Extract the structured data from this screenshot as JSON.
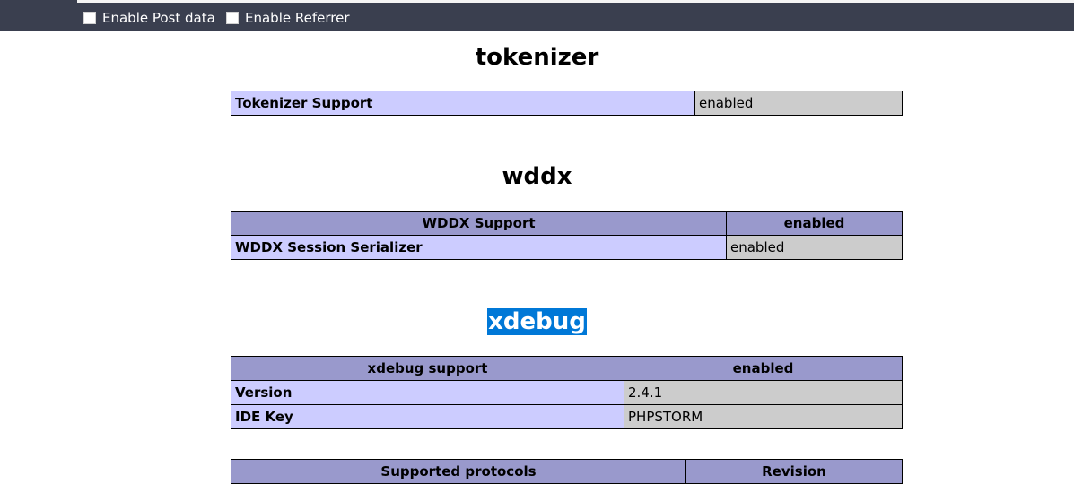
{
  "toolbar": {
    "post_label": "Enable Post data",
    "referrer_label": "Enable Referrer"
  },
  "tokenizer": {
    "title": "tokenizer",
    "rows": [
      {
        "key": "Tokenizer Support",
        "value": "enabled"
      }
    ]
  },
  "wddx": {
    "title": "wddx",
    "header": {
      "key": "WDDX Support",
      "value": "enabled"
    },
    "rows": [
      {
        "key": "WDDX Session Serializer",
        "value": "enabled"
      }
    ]
  },
  "xdebug": {
    "title": "xdebug",
    "header": {
      "key": "xdebug support",
      "value": "enabled"
    },
    "rows": [
      {
        "key": "Version",
        "value": "2.4.1"
      },
      {
        "key": "IDE Key",
        "value": "PHPSTORM"
      }
    ],
    "protocols_header": {
      "key": "Supported protocols",
      "value": "Revision"
    }
  },
  "colors": {
    "topbar": "#3a3f4f",
    "header_cell": "#9999cc",
    "key_cell": "#ccccff",
    "value_cell": "#cccccc",
    "selection": "#0078d7"
  }
}
